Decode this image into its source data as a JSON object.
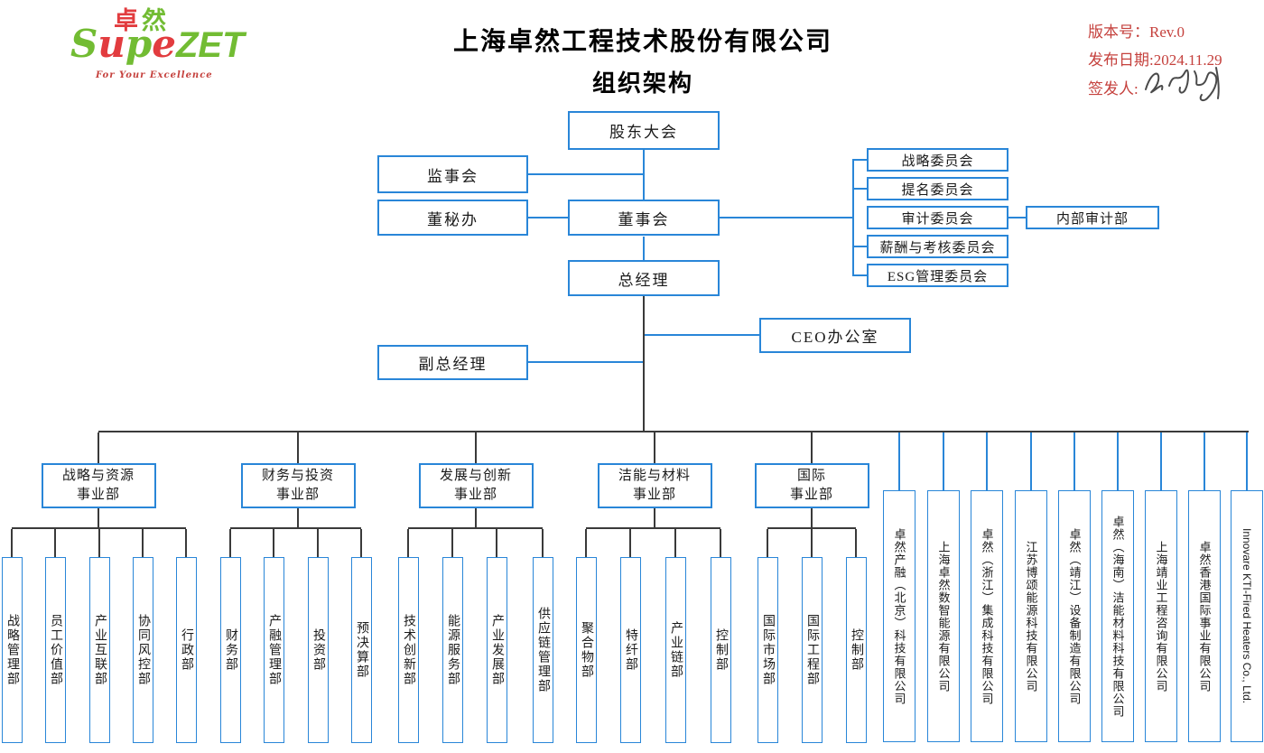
{
  "header": {
    "logo": {
      "cn_red": "卓",
      "cn_green": "然",
      "s": "S",
      "u": "u",
      "p": "p",
      "e": "e",
      "zet": "ZET",
      "tagline": "For Your Excellence"
    },
    "title_line1": "上海卓然工程技术股份有限公司",
    "title_line2": "组织架构",
    "meta": {
      "version_line": "版本号：Rev.0",
      "date_line": "发布日期:2024.11.29",
      "signer_label": "签发人:"
    }
  },
  "org": {
    "top": [
      {
        "id": "shareholders-meeting",
        "label": "股东大会"
      },
      {
        "id": "supervisory-board",
        "label": "监事会"
      },
      {
        "id": "board-secretary-office",
        "label": "董秘办"
      },
      {
        "id": "board-of-directors",
        "label": "董事会"
      },
      {
        "id": "general-manager",
        "label": "总经理"
      },
      {
        "id": "ceo-office",
        "label": "CEO办公室"
      },
      {
        "id": "deputy-general-manager",
        "label": "副总经理"
      }
    ],
    "committees": [
      "战略委员会",
      "提名委员会",
      "审计委员会",
      "薪酬与考核委员会",
      "ESG管理委员会"
    ],
    "internal_audit": "内部审计部",
    "divisions": [
      {
        "label_line1": "战略与资源",
        "label_line2": "事业部",
        "departments": [
          "战略管理部",
          "员工价值部",
          "产业互联部",
          "协同风控部",
          "行政部"
        ]
      },
      {
        "label_line1": "财务与投资",
        "label_line2": "事业部",
        "departments": [
          "财务部",
          "产融管理部",
          "投资部",
          "预决算部"
        ]
      },
      {
        "label_line1": "发展与创新",
        "label_line2": "事业部",
        "departments": [
          "技术创新部",
          "能源服务部",
          "产业发展部",
          "供应链管理部"
        ]
      },
      {
        "label_line1": "洁能与材料",
        "label_line2": "事业部",
        "departments": [
          "聚合物部",
          "特纤部",
          "产业链部",
          "控制部"
        ]
      },
      {
        "label_line1": "国际",
        "label_line2": "事业部",
        "departments": [
          "国际市场部",
          "国际工程部",
          "控制部"
        ]
      }
    ],
    "subsidiaries": [
      "卓然产融（北京）科技有限公司",
      "上海卓然数智能源有限公司",
      "卓然（浙江）集成科技有限公司",
      "江苏博颂能源科技有限公司",
      "卓然（靖江）设备制造有限公司",
      "卓然（海南）洁能材料科技有限公司",
      "上海靖业工程咨询有限公司",
      "卓然香港国际事业有限公司",
      "Innovare KTI-Fired Heaters Co., Ltd."
    ]
  },
  "colors": {
    "line_blue": "#2986d8",
    "line_dark": "#3a3a3a",
    "accent_red": "#c5413d",
    "logo_green": "#72bc33",
    "logo_red": "#e23c3f",
    "signature_ink": "#4a4a4a"
  }
}
